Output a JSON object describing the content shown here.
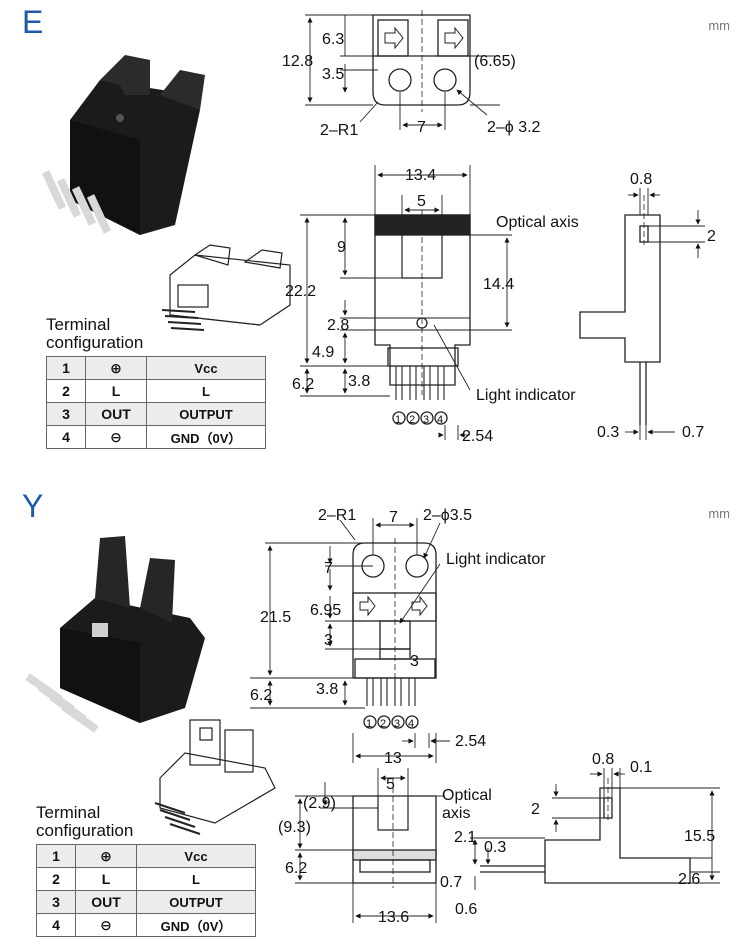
{
  "panels": [
    {
      "letter": "E",
      "unit": "mm",
      "terminal": {
        "title_line1": "Terminal",
        "title_line2": "configuration",
        "rows": [
          {
            "num": "1",
            "symbol": "⊕",
            "function": "Vcc"
          },
          {
            "num": "2",
            "symbol": "L",
            "function": "L"
          },
          {
            "num": "3",
            "symbol": "OUT",
            "function": "OUTPUT"
          },
          {
            "num": "4",
            "symbol": "⊖",
            "function": "GND（0V）"
          }
        ]
      },
      "labels": {
        "optical_axis": "Optical axis",
        "light_indicator": "Light indicator"
      },
      "dims": {
        "d12_8": "12.8",
        "d6_3": "6.3",
        "d3_5": "3.5",
        "d6_65": "(6.65)",
        "r1": "2–R1",
        "d7": "7",
        "phi": "2–ϕ 3.2",
        "d13_4": "13.4",
        "d5": "5",
        "d9": "9",
        "d22_2": "22.2",
        "d14_4": "14.4",
        "d2_8": "2.8",
        "d4_9": "4.9",
        "d6_2": "6.2",
        "d3_8": "3.8",
        "d2_54": "2.54",
        "d0_8": "0.8",
        "d2": "2",
        "d0_3": "0.3",
        "d0_7": "0.7"
      },
      "pins": [
        "1",
        "2",
        "3",
        "4"
      ]
    },
    {
      "letter": "Y",
      "unit": "mm",
      "terminal": {
        "title_line1": "Terminal",
        "title_line2": "configuration",
        "rows": [
          {
            "num": "1",
            "symbol": "⊕",
            "function": "Vcc"
          },
          {
            "num": "2",
            "symbol": "L",
            "function": "L"
          },
          {
            "num": "3",
            "symbol": "OUT",
            "function": "OUTPUT"
          },
          {
            "num": "4",
            "symbol": "⊖",
            "function": "GND（0V）"
          }
        ]
      },
      "labels": {
        "light_indicator": "Light indicator",
        "optical_line1": "Optical",
        "optical_line2": "axis"
      },
      "dims": {
        "r1": "2–R1",
        "d7": "7",
        "phi": "2–ϕ3.5",
        "d7v": "7",
        "d21_5": "21.5",
        "d6_95": "6.95",
        "d3": "3",
        "d3b": "3",
        "d3_8": "3.8",
        "d6_2": "6.2",
        "d2_54": "2.54",
        "d13": "13",
        "d5": "5",
        "d2_9": "(2.9)",
        "d9_3": "(9.3)",
        "d6_2b": "6.2",
        "d13_6": "13.6",
        "d0_8": "0.8",
        "d0_1": "0.1",
        "d2": "2",
        "d15_5": "15.5",
        "d2_1": "2.1",
        "d0_3": "0.3",
        "d0_7": "0.7",
        "d0_6": "0.6",
        "d2_6": "2.6"
      },
      "pins": [
        "1",
        "2",
        "3",
        "4"
      ]
    }
  ]
}
